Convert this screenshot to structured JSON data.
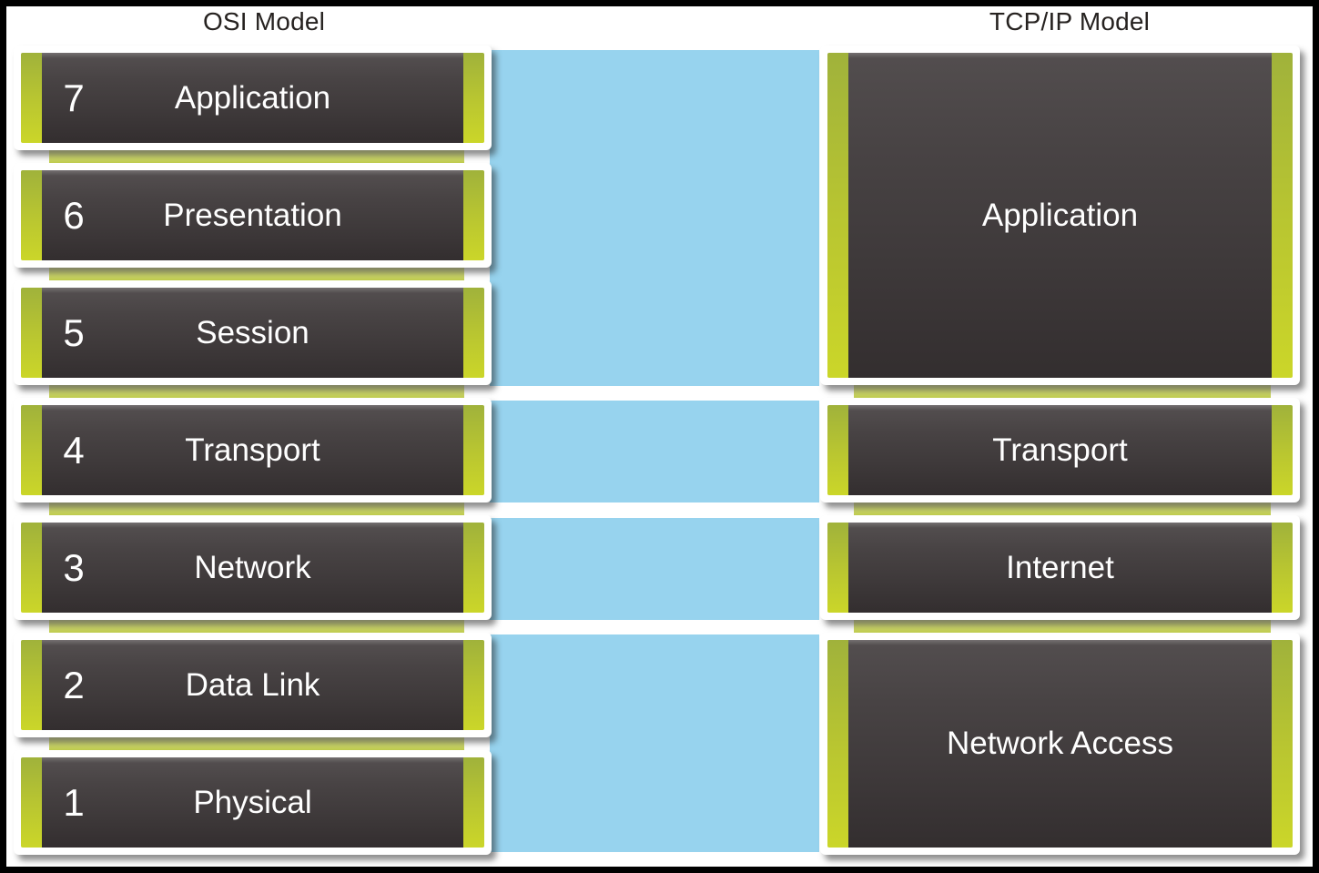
{
  "titles": {
    "osi": "OSI Model",
    "tcpip": "TCP/IP Model"
  },
  "osi_layers": [
    {
      "number": "7",
      "name": "Application"
    },
    {
      "number": "6",
      "name": "Presentation"
    },
    {
      "number": "5",
      "name": "Session"
    },
    {
      "number": "4",
      "name": "Transport"
    },
    {
      "number": "3",
      "name": "Network"
    },
    {
      "number": "2",
      "name": "Data Link"
    },
    {
      "number": "1",
      "name": "Physical"
    }
  ],
  "tcpip_layers": [
    {
      "name": "Application",
      "spans_osi_layers": "7-5"
    },
    {
      "name": "Transport",
      "spans_osi_layers": "4"
    },
    {
      "name": "Internet",
      "spans_osi_layers": "3"
    },
    {
      "name": "Network Access",
      "spans_osi_layers": "2-1"
    }
  ],
  "colors": {
    "mapping_band_blue": "#97d3ee",
    "edge_stripe_green": "#b8c531",
    "gap_strip_green": "#d3dc77",
    "layer_face_dark": "#423d3e",
    "box_border_white": "#ffffff",
    "outer_frame_black": "#000000",
    "title_text": "#262220",
    "layer_text": "#ffffff"
  }
}
